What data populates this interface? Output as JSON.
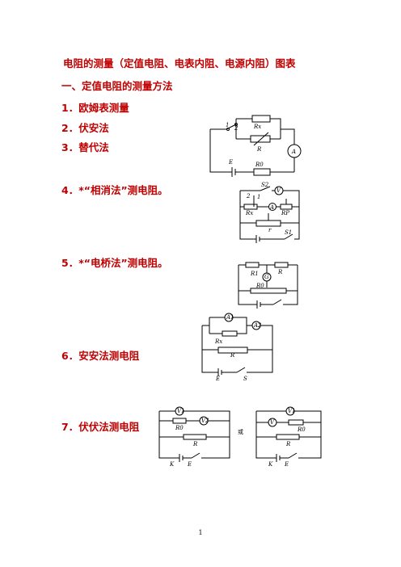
{
  "title": "电阻的测量（定值电阻、电表内阻、电源内阻）图表",
  "section1": "一、定值电阻的测量方法",
  "items": [
    "1．欧姆表测量",
    "2．伏安法",
    "3．替代法",
    "4．*“相消法”测电阻。",
    "5．*“电桥法”测电阻。",
    "6．安安法测电阻",
    "7．伏伏法测电阻"
  ],
  "figures": {
    "fig1": {
      "labels": [
        "Rx",
        "R",
        "A",
        "E",
        "R0",
        "1",
        "2"
      ]
    },
    "fig2": {
      "labels": [
        "S2",
        "V",
        "2",
        "1",
        "Rx",
        "A",
        "RP",
        "r",
        "S1"
      ]
    },
    "fig3": {
      "labels": [
        "R1",
        "R",
        "G",
        "R0"
      ]
    },
    "fig4": {
      "labels": [
        "A1",
        "A2",
        "Rx",
        "R",
        "E",
        "S"
      ]
    },
    "fig5": {
      "labels": [
        "V1",
        "V2",
        "R0",
        "R",
        "K",
        "E"
      ]
    },
    "fig6": {
      "labels": [
        "V1",
        "V",
        "R0",
        "R",
        "K",
        "E"
      ]
    },
    "or_label": "或"
  },
  "page_number": "1"
}
